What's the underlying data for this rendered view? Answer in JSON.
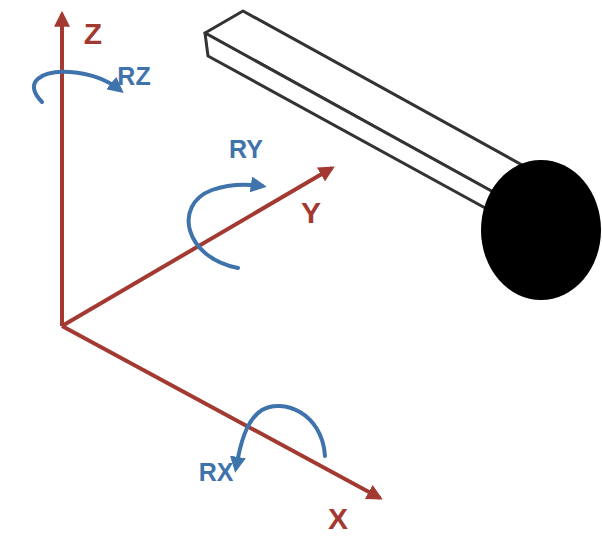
{
  "diagram": {
    "labels": [
      "Z",
      "RZ",
      "RY",
      "Y",
      "RX",
      "X"
    ]
  }
}
